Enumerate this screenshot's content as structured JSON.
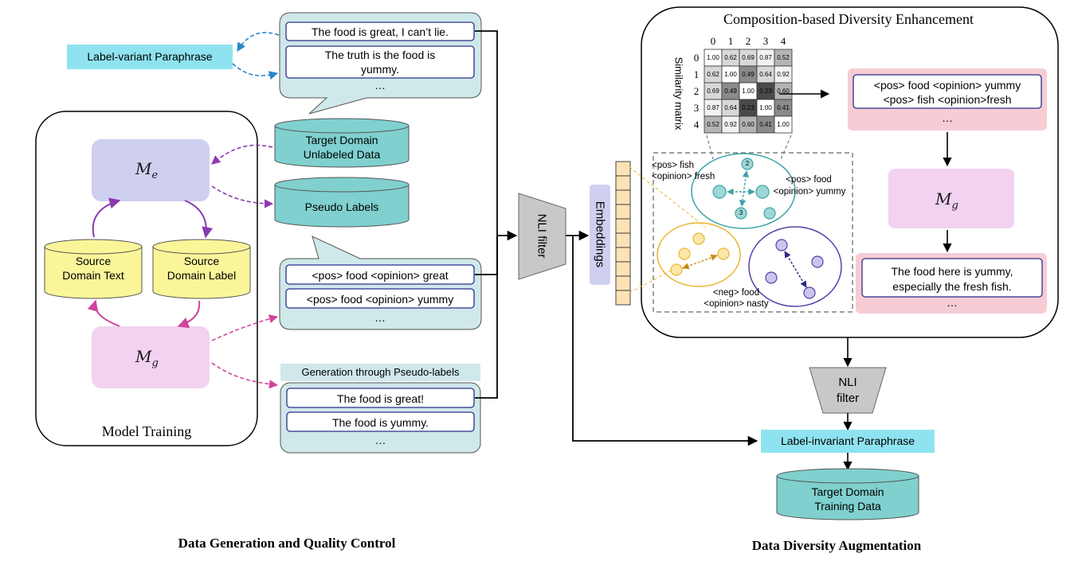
{
  "left_panel": {
    "footer_title": "Data Generation and Quality Control",
    "model_training": {
      "title": "Model Training",
      "me_symbol": "M",
      "me_sub": "e",
      "mg_symbol": "M",
      "mg_sub": "g",
      "source_text": "Source Domain Text",
      "source_text_l1": "Source",
      "source_text_l2": "Domain Text",
      "source_label_l1": "Source",
      "source_label_l2": "Domain Label"
    },
    "label_variant": "Label-variant Paraphrase",
    "paraphrase_bubble": {
      "line1": "The food is great, I can’t lie.",
      "line2a": "The truth is the food is",
      "line2b": "yummy.",
      "ellipsis": "…"
    },
    "target_unlabeled_l1": "Target Domain",
    "target_unlabeled_l2": "Unlabeled Data",
    "pseudo_labels": "Pseudo Labels",
    "label_bubble": {
      "line1": "<pos> food <opinion> great",
      "line2": "<pos> food <opinion> yummy",
      "ellipsis": "…"
    },
    "generation_header": "Generation through Pseudo-labels",
    "generation_box": {
      "line1": "The food is great!",
      "line2": "The food is yummy.",
      "ellipsis": "…"
    }
  },
  "middle": {
    "nli_filter": "NLI filter",
    "embeddings": "Embeddings"
  },
  "right_panel": {
    "footer_title": "Data Diversity Augmentation",
    "composition_title": "Composition-based  Diversity Enhancement",
    "similarity_axis_label": "Similarity matrix",
    "matrix_col_labels": [
      "0",
      "1",
      "2",
      "3",
      "4"
    ],
    "matrix_row_labels": [
      "0",
      "1",
      "2",
      "3",
      "4"
    ],
    "matrix_values": [
      [
        "1.00",
        "0.62",
        "0.69",
        "0.87",
        "0.52"
      ],
      [
        "0.62",
        "1.00",
        "0.49",
        "0.64",
        "0.92"
      ],
      [
        "0.69",
        "0.49",
        "1.00",
        "0.23",
        "0.60"
      ],
      [
        "0.87",
        "0.64",
        "0.23",
        "1.00",
        "0.41"
      ],
      [
        "0.52",
        "0.92",
        "0.60",
        "0.41",
        "1.00"
      ]
    ],
    "cluster_labels": {
      "pos_fish_l1": "<pos> fish",
      "pos_fish_l2": "<opinion> fresh",
      "pos_food_l1": "<pos> food",
      "pos_food_l2": "<opinion> yummy",
      "neg_food_l1": "<neg> food",
      "neg_food_l2": "<opinion> nasty",
      "node_2": "2",
      "node_3": "3"
    },
    "composed_box": {
      "line1": "<pos> food <opinion> yummy",
      "line2": "<pos> fish <opinion>fresh",
      "ellipsis": "…"
    },
    "mg_symbol": "M",
    "mg_sub": "g",
    "output_box": {
      "line1": "The food here is yummy,",
      "line2": "especially the fresh fish.",
      "ellipsis": "…"
    },
    "nli_filter_l1": "NLI",
    "nli_filter_l2": "filter",
    "label_invariant": "Label-invariant Paraphrase",
    "target_training_l1": "Target Domain",
    "target_training_l2": "Training Data"
  },
  "colors": {
    "me_box": "#cfd0f0",
    "mg_box": "#f2d2f0",
    "source_cyl": "#fbf59a",
    "target_cyl": "#7fd0cf",
    "bubble": "#cfe8ea",
    "label_pill": "#8fe3f0",
    "composed_bg": "#f6cdd5",
    "filter_gray": "#c8c8c8",
    "emb_orange": "#fde2b5",
    "purple_arrow": "#8a3ab0",
    "magenta_arrow": "#d0449a",
    "blue_arrow": "#2a86c8",
    "teal_cluster": "#3ba3a8",
    "gold_cluster": "#e9b630",
    "purple_cluster": "#5c3ea8",
    "text_box_border": "#2e2e8a"
  }
}
